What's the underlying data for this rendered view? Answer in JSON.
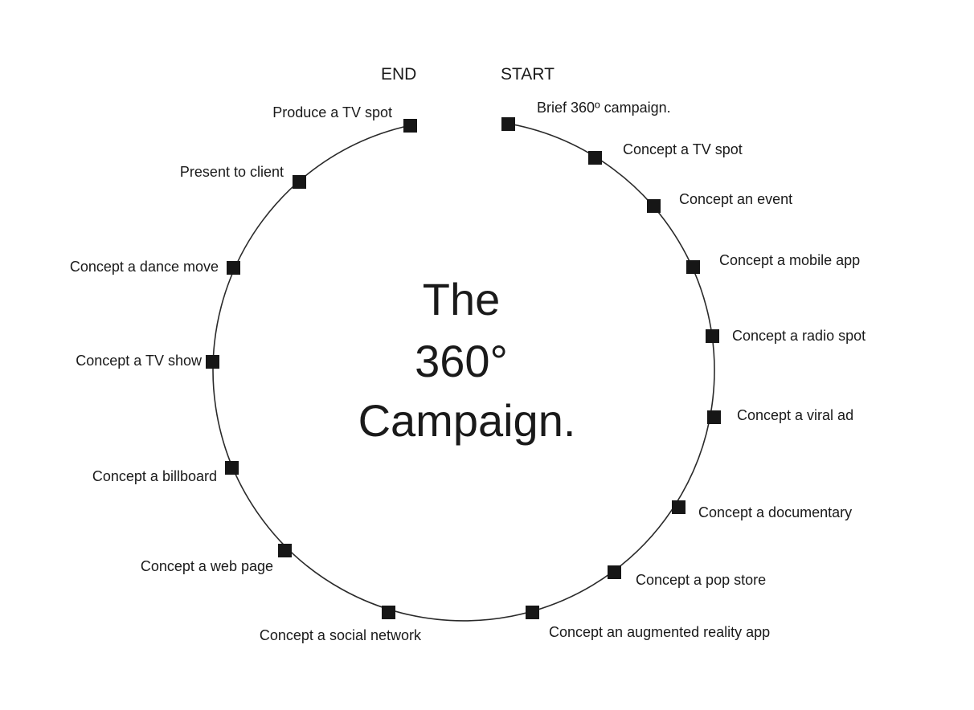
{
  "title": {
    "line1": "The",
    "line2": "360°",
    "line3": "Campaign."
  },
  "end_label": "END",
  "start_label": "START",
  "steps": [
    {
      "label": "Brief 360º campaign."
    },
    {
      "label": "Concept a TV spot"
    },
    {
      "label": "Concept an event"
    },
    {
      "label": "Concept a mobile app"
    },
    {
      "label": "Concept a radio spot"
    },
    {
      "label": "Concept a viral ad"
    },
    {
      "label": "Concept a documentary"
    },
    {
      "label": "Concept a pop store"
    },
    {
      "label": "Concept an augmented reality app"
    },
    {
      "label": "Concept a social network"
    },
    {
      "label": "Concept a web page"
    },
    {
      "label": "Concept a billboard"
    },
    {
      "label": "Concept a TV show"
    },
    {
      "label": "Concept a dance move"
    },
    {
      "label": "Present to client"
    },
    {
      "label": "Produce a TV spot"
    }
  ],
  "colors": {
    "ring": "#2a2a2a",
    "marker": "#161616",
    "text": "#1a1a1a"
  }
}
